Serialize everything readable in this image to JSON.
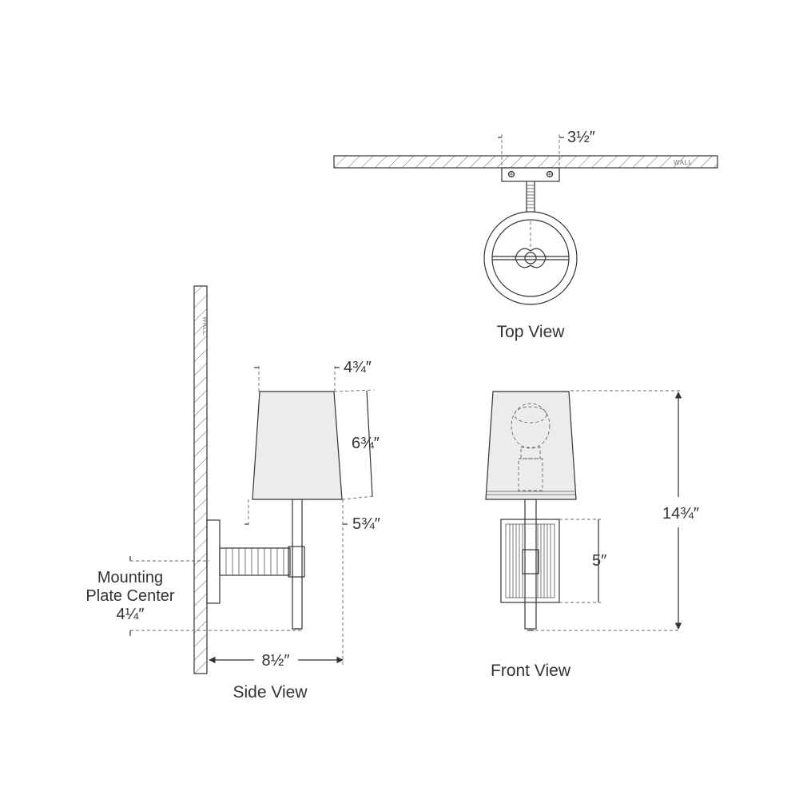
{
  "views": {
    "top": {
      "title": "Top View",
      "dim_depth": "3½″",
      "wall_label": "WALL"
    },
    "side": {
      "title": "Side View",
      "wall_label": "WALL",
      "dim_shade_top": "4¾″",
      "dim_shade_height": "6¾″",
      "dim_shade_bottom": "5¾″",
      "dim_extension": "8½″",
      "mounting_line1": "Mounting",
      "mounting_line2": "Plate Center",
      "mounting_value": "4¼″"
    },
    "front": {
      "title": "Front View",
      "dim_backplate": "5″",
      "dim_overall_height": "14¾″"
    }
  },
  "colors": {
    "line": "#333333",
    "fill": "#ececec",
    "background": "#ffffff"
  }
}
